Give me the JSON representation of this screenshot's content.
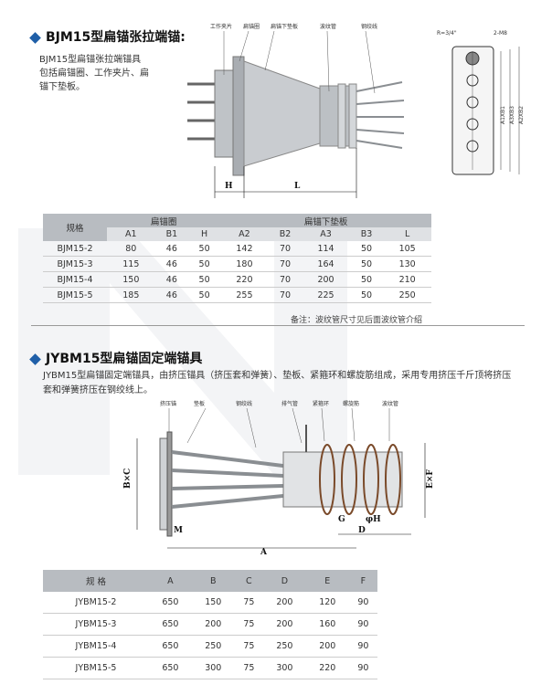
{
  "section1": {
    "title": "BJM15型扁锚张拉端锚:",
    "intro": "BJM15型扁锚张拉端锚具包括扁锚圈、工作夹片、扁锚下垫板。",
    "diagram_labels": {
      "l1": "工作夹片",
      "l2": "扁锚圈",
      "l3": "扁锚下垫板",
      "l4": "波纹管",
      "l5": "钢绞线",
      "dim_h": "H",
      "dim_l": "L"
    },
    "plate_labels": {
      "r": "R=3/4\"",
      "holes": "2-M8",
      "a1": "A1XB1",
      "a3": "A3XB3",
      "a2": "A2XB2"
    },
    "table": {
      "col_spec": "规格",
      "group1": "扁锚圈",
      "group2": "扁锚下垫板",
      "subheaders": [
        "A1",
        "B1",
        "H",
        "A2",
        "B2",
        "A3",
        "B3",
        "L"
      ],
      "rows": [
        {
          "name": "BJM15-2",
          "values": [
            "80",
            "46",
            "50",
            "142",
            "70",
            "114",
            "50",
            "105"
          ]
        },
        {
          "name": "BJM15-3",
          "values": [
            "115",
            "46",
            "50",
            "180",
            "70",
            "164",
            "50",
            "130"
          ]
        },
        {
          "name": "BJM15-4",
          "values": [
            "150",
            "46",
            "50",
            "220",
            "70",
            "200",
            "50",
            "210"
          ]
        },
        {
          "name": "BJM15-5",
          "values": [
            "185",
            "46",
            "50",
            "255",
            "70",
            "225",
            "50",
            "250"
          ]
        }
      ]
    },
    "note": "备注：波纹管尺寸见后面波纹管介绍"
  },
  "section2": {
    "title": "JYBM15型扁锚固定端锚具",
    "intro": "JYBM15型扁锚固定端锚具，由挤压锚具（挤压套和弹簧）、垫板、紧箍环和螺旋筋组成，采用专用挤压千斤顶将挤压套和弹簧挤压在钢绞线上。",
    "diagram_labels": {
      "l1": "挤压锚",
      "l2": "垫板",
      "l3": "钢绞线",
      "l4": "排气管",
      "l5": "紧箍环",
      "l6": "螺旋筋",
      "l7": "波纹管",
      "bc": "B×C",
      "ef": "E×F",
      "m": "M",
      "a": "A",
      "d": "D",
      "g": "G",
      "oh": "φH"
    },
    "table": {
      "headers": [
        "规 格",
        "A",
        "B",
        "C",
        "D",
        "E",
        "F"
      ],
      "rows": [
        {
          "name": "JYBM15-2",
          "values": [
            "650",
            "150",
            "75",
            "200",
            "120",
            "90"
          ]
        },
        {
          "name": "JYBM15-3",
          "values": [
            "650",
            "200",
            "75",
            "200",
            "160",
            "90"
          ]
        },
        {
          "name": "JYBM15-4",
          "values": [
            "650",
            "250",
            "75",
            "250",
            "200",
            "90"
          ]
        },
        {
          "name": "JYBM15-5",
          "values": [
            "650",
            "300",
            "75",
            "300",
            "220",
            "90"
          ]
        }
      ]
    }
  }
}
